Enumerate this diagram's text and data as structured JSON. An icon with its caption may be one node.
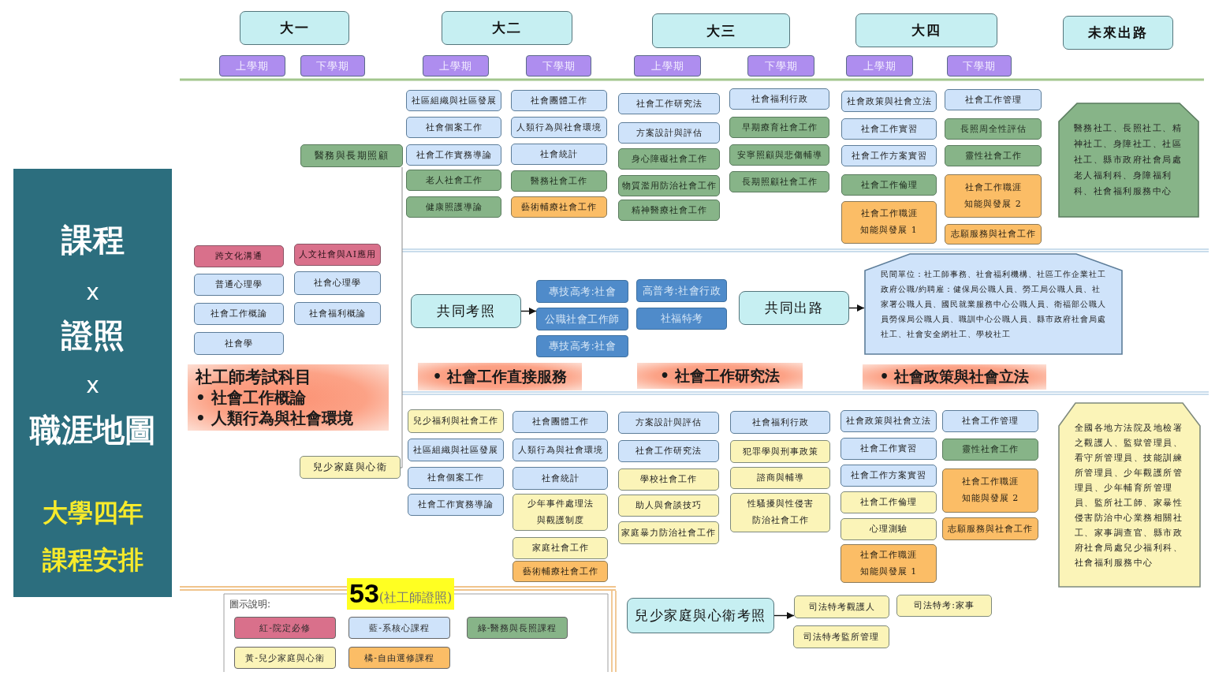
{
  "diagram": {
    "nodes": [
      {
        "text": [
          "課程",
          "x",
          "證照",
          "x",
          "職涯地圖",
          "大學四年課程安排"
        ]
      },
      {
        "text": [
          "大一"
        ]
      },
      {
        "text": [
          "大二"
        ]
      },
      {
        "text": [
          "大三"
        ]
      },
      {
        "text": [
          "大四"
        ]
      },
      {
        "text": [
          "未來出路"
        ]
      },
      {
        "text": [
          "上學期"
        ]
      },
      {
        "text": [
          "下學期"
        ]
      },
      {
        "text": [
          "上學期"
        ]
      },
      {
        "text": [
          "下學期"
        ]
      },
      {
        "text": [
          "上學期"
        ]
      },
      {
        "text": [
          "下學期"
        ]
      },
      {
        "text": [
          "上學期"
        ]
      },
      {
        "text": [
          "下學期"
        ]
      },
      {
        "text": [
          "醫務與長期照顧"
        ]
      },
      {
        "text": [
          "社區組織與社區發展"
        ]
      },
      {
        "text": [
          "社會個案工作"
        ]
      },
      {
        "text": [
          "社會工作實務導論"
        ]
      },
      {
        "text": [
          "老人社會工作"
        ]
      },
      {
        "text": [
          "健康照護導論"
        ]
      },
      {
        "text": [
          "社會團體工作"
        ]
      },
      {
        "text": [
          "人類行為與社會環境"
        ]
      },
      {
        "text": [
          "社會統計"
        ]
      },
      {
        "text": [
          "醫務社會工作"
        ]
      },
      {
        "text": [
          "藝術輔療社會工作"
        ]
      },
      {
        "text": [
          "社會工作研究法"
        ]
      },
      {
        "text": [
          "方案設計與評估"
        ]
      },
      {
        "text": [
          "身心障礙社會工作"
        ]
      },
      {
        "text": [
          "物質濫用防治社會工作"
        ]
      },
      {
        "text": [
          "精神醫療社會工作"
        ]
      },
      {
        "text": [
          "社會福利行政"
        ]
      },
      {
        "text": [
          "早期療育社會工作"
        ]
      },
      {
        "text": [
          "安寧照顧與悲傷輔導"
        ]
      },
      {
        "text": [
          "長期照顧社會工作"
        ]
      },
      {
        "text": [
          "社會政策與社會立法"
        ]
      },
      {
        "text": [
          "社會工作實習"
        ]
      },
      {
        "text": [
          "社會工作方案實習"
        ]
      },
      {
        "text": [
          "社會工作倫理"
        ]
      },
      {
        "text": [
          "社會工作職涯知能與發展 1"
        ]
      },
      {
        "text": [
          "社會工作管理"
        ]
      },
      {
        "text": [
          "長照周全性評估"
        ]
      },
      {
        "text": [
          "靈性社會工作"
        ]
      },
      {
        "text": [
          "社會工作職涯知能與發展 2"
        ]
      },
      {
        "text": [
          "志願服務與社會工作"
        ]
      },
      {
        "text": [
          "醫務社工、長照社工、精神社工、身障社工、社區社工、縣市政府社會局處老人福利科、身障福利科、社會福利服務中心"
        ]
      },
      {
        "text": [
          "跨文化溝通"
        ]
      },
      {
        "text": [
          "人文社會與AI應用"
        ]
      },
      {
        "text": [
          "普通心理學"
        ]
      },
      {
        "text": [
          "社會心理學"
        ]
      },
      {
        "text": [
          "社會工作概論"
        ]
      },
      {
        "text": [
          "社會福利概論"
        ]
      },
      {
        "text": [
          "社會學"
        ]
      },
      {
        "text": [
          "社工師考試科目",
          "• 社會工作概論",
          "• 人類行為與社會環境"
        ]
      },
      {
        "text": [
          "共同考照"
        ]
      },
      {
        "text": [
          "專技高考:社會"
        ]
      },
      {
        "text": [
          "高普考:社會行政"
        ]
      },
      {
        "text": [
          "公職社會工作師"
        ]
      },
      {
        "text": [
          "社福特考"
        ]
      },
      {
        "text": [
          "專技高考:社會"
        ]
      },
      {
        "text": [
          "共同出路"
        ]
      },
      {
        "text": [
          "民間單位：社工師事務、社會福利機構、社區工作企業社工",
          "政府公職/約聘雇：健保局公職人員、勞工局公職人員、社家署公職人員、國民就業服務中心公職人員、衛福部公職人員勞保局公職人員、職訓中心公職人員、縣市政府社會局處社工、社會安全網社工、學校社工"
        ]
      },
      {
        "text": [
          "• 社會工作直接服務"
        ]
      },
      {
        "text": [
          "• 社會工作研究法"
        ]
      },
      {
        "text": [
          "• 社會政策與社會立法"
        ]
      },
      {
        "text": [
          "兒少家庭與心衛"
        ]
      },
      {
        "text": [
          "兒少福利與社會工作"
        ]
      },
      {
        "text": [
          "社區組織與社區發展"
        ]
      },
      {
        "text": [
          "社會個案工作"
        ]
      },
      {
        "text": [
          "社會工作實務導論"
        ]
      },
      {
        "text": [
          "社會團體工作"
        ]
      },
      {
        "text": [
          "人類行為與社會環境"
        ]
      },
      {
        "text": [
          "社會統計"
        ]
      },
      {
        "text": [
          "少年事件處理法與觀護制度"
        ]
      },
      {
        "text": [
          "家庭社會工作"
        ]
      },
      {
        "text": [
          "藝術輔療社會工作"
        ]
      },
      {
        "text": [
          "方案設計與評估"
        ]
      },
      {
        "text": [
          "社會工作研究法"
        ]
      },
      {
        "text": [
          "學校社會工作"
        ]
      },
      {
        "text": [
          "助人與會談技巧"
        ]
      },
      {
        "text": [
          "家庭暴力防治社會工作"
        ]
      },
      {
        "text": [
          "社會福利行政"
        ]
      },
      {
        "text": [
          "犯罪學與刑事政策"
        ]
      },
      {
        "text": [
          "諮商與輔導"
        ]
      },
      {
        "text": [
          "性騷擾與性侵害防治社會工作"
        ]
      },
      {
        "text": [
          "社會政策與社會立法"
        ]
      },
      {
        "text": [
          "社會工作實習"
        ]
      },
      {
        "text": [
          "社會工作方案實習"
        ]
      },
      {
        "text": [
          "社會工作倫理"
        ]
      },
      {
        "text": [
          "心理測驗"
        ]
      },
      {
        "text": [
          "社會工作職涯知能與發展 1"
        ]
      },
      {
        "text": [
          "社會工作管理"
        ]
      },
      {
        "text": [
          "靈性社會工作"
        ]
      },
      {
        "text": [
          "社會工作職涯知能與發展 2"
        ]
      },
      {
        "text": [
          "志願服務與社會工作"
        ]
      },
      {
        "text": [
          "全國各地方法院及地檢署之觀護人、監獄管理員、看守所管理員、技能訓練所管理員、少年觀護所管理員、少年輔育所管理員、監所社工師、家暴性侵害防治中心業務相關社工、家事調查官、縣市政府社會局處兒少福利科、社會福利服務中心"
        ]
      },
      {
        "text": [
          "兒少家庭與心衛考照"
        ]
      },
      {
        "text": [
          "司法特考觀護人"
        ]
      },
      {
        "text": [
          "司法特考:家事"
        ]
      },
      {
        "text": [
          "司法特考監所管理"
        ]
      }
    ],
    "edges": [
      {
        "from": 53,
        "to": 56,
        "arrow": "to"
      },
      {
        "from": 59,
        "to": 60,
        "arrow": "to"
      },
      {
        "from": 95,
        "to": 96,
        "arrow": "to"
      }
    ],
    "labels": [
      "圖示說明:",
      "**53**(社工師證照)"
    ],
    "legend": [
      {
        "text": "紅-院定必修",
        "color": "#d9708b"
      },
      {
        "text": "藍-系核心課程",
        "color": "#cfe3fa"
      },
      {
        "text": "綠-醫務與長照課程",
        "color": "#87b488"
      },
      {
        "text": "黃-兒少家庭與心衛",
        "color": "#fbf4b8"
      },
      {
        "text": "橘-自由選修課程",
        "color": "#fbbd66"
      }
    ]
  }
}
